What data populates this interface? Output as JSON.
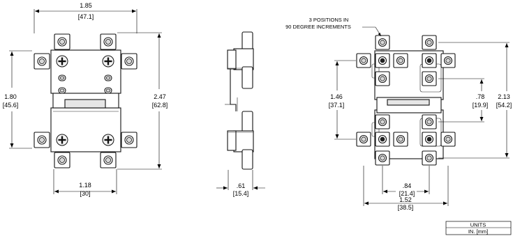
{
  "dimensions": {
    "front_width": "1.85",
    "front_width_mm": "[47.1]",
    "front_height": "1.80",
    "front_height_mm": "[45.6]",
    "front_overall_height": "2.47",
    "front_overall_height_mm": "[62.8]",
    "front_bottom_width": "1.18",
    "front_bottom_width_mm": "[30]",
    "side_depth": ".61",
    "side_depth_mm": "[15.4]",
    "rot_height": "1.46",
    "rot_height_mm": "[37.1]",
    "rot_inner": ".78",
    "rot_inner_mm": "[19.9]",
    "rot_overall": "2.13",
    "rot_overall_mm": "[54.2]",
    "rot_bottom_inner": ".84",
    "rot_bottom_inner_mm": "[21.4]",
    "rot_bottom_outer": "1.52",
    "rot_bottom_outer_mm": "[38.5]"
  },
  "note": {
    "line1": "3 POSITIONS IN",
    "line2": "90 DEGREE INCREMENTS"
  },
  "units": {
    "title": "UNITS",
    "value": "IN. [mm]"
  }
}
